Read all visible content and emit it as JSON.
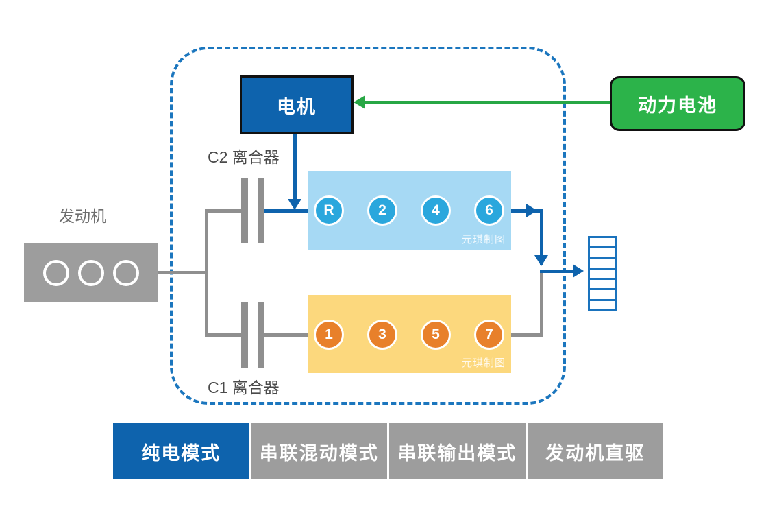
{
  "diagram": {
    "engine": {
      "label": "发动机"
    },
    "motor": {
      "label": "电机"
    },
    "battery": {
      "label": "动力电池"
    },
    "clutch_c2": {
      "label": "C2 离合器"
    },
    "clutch_c1": {
      "label": "C1 离合器"
    },
    "even_gear_set": {
      "gears": [
        "R",
        "2",
        "4",
        "6"
      ]
    },
    "odd_gear_set": {
      "gears": [
        "1",
        "3",
        "5",
        "7"
      ]
    },
    "watermark": "元琪制图"
  },
  "modes": {
    "items": [
      {
        "label": "纯电模式",
        "active": true
      },
      {
        "label": "串联混动模式",
        "active": false
      },
      {
        "label": "串联输出模式",
        "active": false
      },
      {
        "label": "发动机直驱",
        "active": false
      }
    ]
  },
  "colors": {
    "accent_blue": "#0e63ad",
    "dashed_border_blue": "#1b76be",
    "battery_green": "#2cb34a",
    "arrow_green": "#28a745",
    "gear_panel_blue": "#a6d9f4",
    "gear_circle_blue": "#2aa7dd",
    "gear_panel_yellow": "#fcd87d",
    "gear_circle_orange": "#e8802a",
    "neutral_gray": "#9d9d9d",
    "line_gray": "#8f8f8f"
  }
}
